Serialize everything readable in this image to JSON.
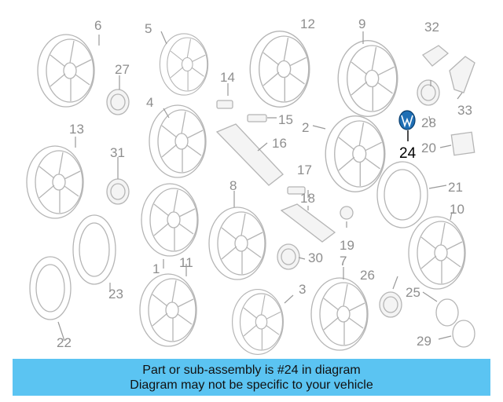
{
  "diagram": {
    "highlight_color": "#1f6fb5",
    "callouts": [
      {
        "id": "6",
        "label": "6"
      },
      {
        "id": "27",
        "label": "27"
      },
      {
        "id": "13",
        "label": "13"
      },
      {
        "id": "31",
        "label": "31"
      },
      {
        "id": "23",
        "label": "23"
      },
      {
        "id": "22",
        "label": "22"
      },
      {
        "id": "5",
        "label": "5"
      },
      {
        "id": "4",
        "label": "4"
      },
      {
        "id": "14",
        "label": "14"
      },
      {
        "id": "15",
        "label": "15"
      },
      {
        "id": "16",
        "label": "16"
      },
      {
        "id": "1",
        "label": "1"
      },
      {
        "id": "11",
        "label": "11"
      },
      {
        "id": "12",
        "label": "12"
      },
      {
        "id": "17",
        "label": "17"
      },
      {
        "id": "18",
        "label": "18"
      },
      {
        "id": "8",
        "label": "8"
      },
      {
        "id": "30",
        "label": "30"
      },
      {
        "id": "19",
        "label": "19"
      },
      {
        "id": "3",
        "label": "3"
      },
      {
        "id": "7",
        "label": "7"
      },
      {
        "id": "9",
        "label": "9"
      },
      {
        "id": "2",
        "label": "2"
      },
      {
        "id": "32",
        "label": "32"
      },
      {
        "id": "33",
        "label": "33"
      },
      {
        "id": "28",
        "label": "28"
      },
      {
        "id": "20",
        "label": "20"
      },
      {
        "id": "21",
        "label": "21"
      },
      {
        "id": "10",
        "label": "10"
      },
      {
        "id": "26",
        "label": "26"
      },
      {
        "id": "25",
        "label": "25"
      },
      {
        "id": "29",
        "label": "29"
      }
    ],
    "highlighted": {
      "id": "24",
      "label": "24"
    }
  },
  "banner": {
    "line1": "Part or sub-assembly is #24 in diagram",
    "line2": "Diagram may not be specific to your vehicle",
    "background": "#5bc4f2"
  }
}
